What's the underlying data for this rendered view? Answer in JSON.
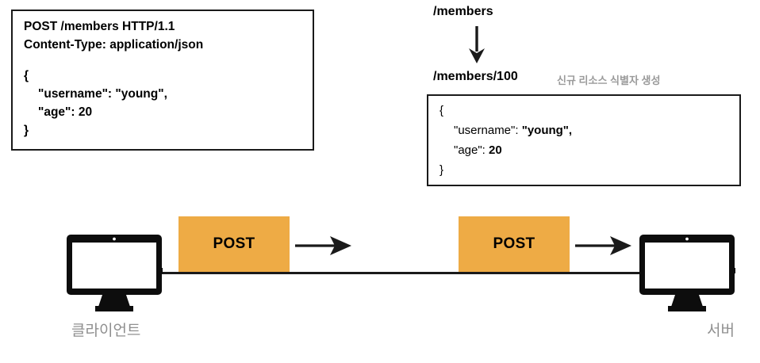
{
  "diagram": {
    "title": "HTTP POST request/response flow",
    "colors": {
      "accent_orange": "#eeab45",
      "stroke_black": "#1a1a1a",
      "label_gray": "#8f8f8f",
      "annotation_gray": "#9a9a9a"
    }
  },
  "request_box": {
    "lines": [
      "POST /members HTTP/1.1",
      "Content-Type: application/json",
      "",
      "{",
      "\"username\": \"young\",",
      "\"age\": 20",
      "}"
    ]
  },
  "uri": {
    "collection": "/members",
    "resource": "/members/100",
    "annotation": "신규 리소스 식별자 생성",
    "arrow_icon": "arrow-down-icon"
  },
  "response_box": {
    "open_brace": "{",
    "fields": [
      {
        "key": "\"username\":",
        "value": "\"young\","
      },
      {
        "key": "\"age\":",
        "value": "20"
      }
    ],
    "close_brace": "}"
  },
  "flow": {
    "post_token_1": "POST",
    "post_token_2": "POST",
    "arrow_1_icon": "arrow-right-icon",
    "arrow_2_icon": "arrow-right-icon",
    "wire_name": "transport-line"
  },
  "nodes": {
    "client": {
      "label": "클라이언트",
      "icon": "monitor-icon"
    },
    "server": {
      "label": "서버",
      "icon": "monitor-icon"
    }
  }
}
